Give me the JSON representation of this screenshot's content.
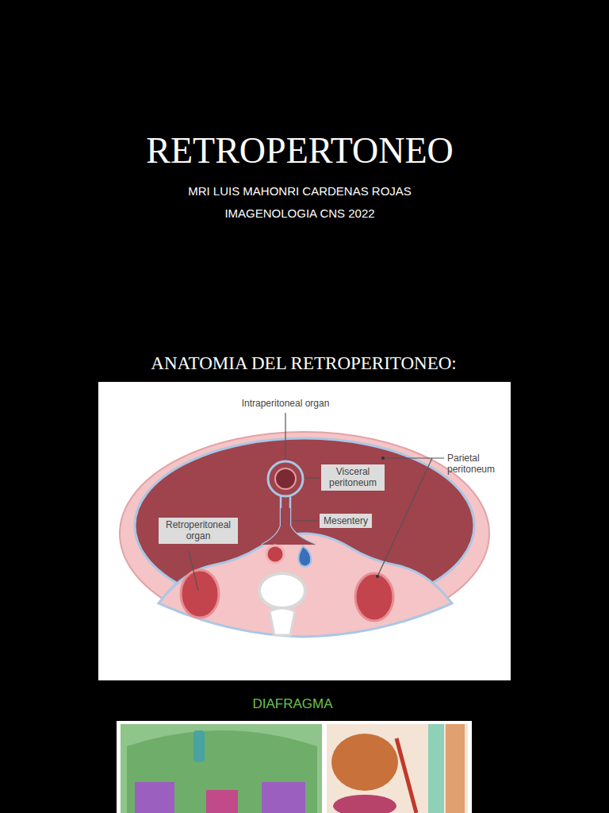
{
  "diagram": {
    "title": "RETROPERTONEO",
    "nodes": [
      {
        "text": [
          "Visceral peritoneum"
        ]
      },
      {
        "text": [
          "Mesentery"
        ]
      },
      {
        "text": [
          "Retroperitoneal organ"
        ]
      }
    ],
    "labels": [
      "MRI LUIS MAHONRI CARDENAS ROJAS",
      "IMAGENOLOGIA CNS 2022",
      "ANATOMIA DEL RETROPERITONEO:",
      "Intraperitoneal organ",
      "Parietal peritoneum",
      "DIAFRAGMA"
    ]
  }
}
